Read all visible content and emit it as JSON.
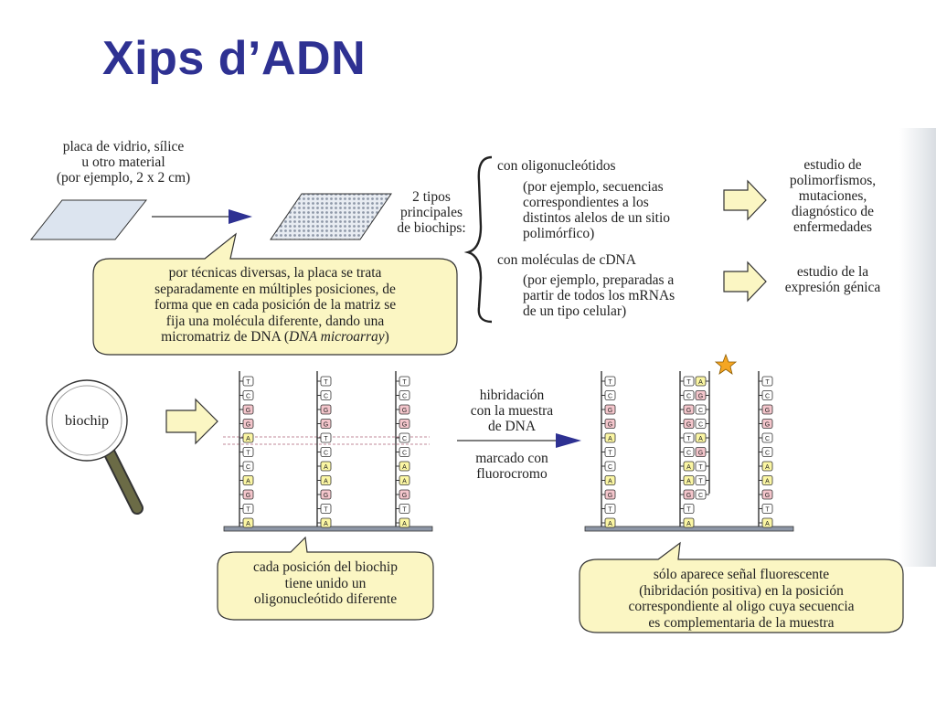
{
  "title": "Xips d’ADN",
  "glass": {
    "caption_lines": [
      "placa de vidrio, sílice",
      "u otro material",
      "(por ejemplo, 2 x 2 cm)"
    ]
  },
  "types": {
    "label_lines": [
      "2 tipos",
      "principales",
      "de biochips:"
    ],
    "oligo_heading": "con oligonucleótidos",
    "oligo_detail_lines": [
      "(por ejemplo, secuencias",
      "correspondientes a los",
      "distintos alelos de un sitio",
      "polimórfico)"
    ],
    "cdna_heading": "con moléculas de cDNA",
    "cdna_detail_lines": [
      "(por ejemplo, preparadas a",
      "partir de todos los mRNAs",
      "de un tipo celular)"
    ],
    "oligo_use_lines": [
      "estudio de",
      "polimorfismos,",
      "mutaciones,",
      "diagnóstico de",
      "enfermedades"
    ],
    "cdna_use_lines": [
      "estudio de la",
      "expresión génica"
    ]
  },
  "bubble_top": {
    "lines": [
      "por técnicas diversas, la placa se trata",
      "separadamente en múltiples posiciones, de",
      "forma que en cada posición de la matriz se",
      "fija una molécula diferente, dando una"
    ],
    "last_line_prefix": "micromatriz de DNA (",
    "last_line_italic": "DNA microarray",
    "last_line_suffix": ")"
  },
  "magnifier": {
    "label": "biochip"
  },
  "hybridization": {
    "top_lines": [
      "hibridación",
      "con la muestra",
      "de DNA"
    ],
    "bottom_lines": [
      "marcado con",
      "fluorocromo"
    ]
  },
  "bubble_left": {
    "lines": [
      "cada posición del biochip",
      "tiene unido un",
      "oligonucleótido diferente"
    ]
  },
  "bubble_right": {
    "lines": [
      "sólo aparece señal fluorescente",
      "(hibridación positiva) en la posición",
      "correspondiente al oligo cuya secuencia",
      "es complementaria de la muestra"
    ]
  },
  "colors": {
    "title": "#2e3192",
    "bubble_fill": "#fbf6c3",
    "arrow_fill": "#fbf6c3",
    "blue_arrow": "#2e3192",
    "nuc_T": "#ffffff",
    "nuc_C": "#ffffff",
    "nuc_G": "#f4c6cc",
    "nuc_A": "#fbf6a3",
    "star": "#f5a623"
  },
  "strands": {
    "left": [
      [
        "T",
        "C",
        "G",
        "G",
        "A",
        "T",
        "C",
        "A",
        "G",
        "T",
        "A"
      ],
      [
        "T",
        "C",
        "G",
        "G",
        "T",
        "C",
        "A",
        "A",
        "G",
        "T",
        "A"
      ],
      [
        "T",
        "C",
        "G",
        "G",
        "C",
        "C",
        "A",
        "A",
        "G",
        "T",
        "A"
      ]
    ],
    "right": [
      [
        "T",
        "C",
        "G",
        "G",
        "A",
        "T",
        "C",
        "A",
        "G",
        "T",
        "A"
      ],
      [
        "T",
        "C",
        "G",
        "G",
        "T",
        "C",
        "A",
        "A",
        "G",
        "T",
        "A"
      ],
      [
        "T",
        "C",
        "G",
        "G",
        "C",
        "C",
        "A",
        "A",
        "G",
        "T",
        "A"
      ]
    ],
    "hybrid_partner": [
      "A",
      "G",
      "C",
      "C",
      "A",
      "G",
      "T",
      "T",
      "C"
    ]
  }
}
